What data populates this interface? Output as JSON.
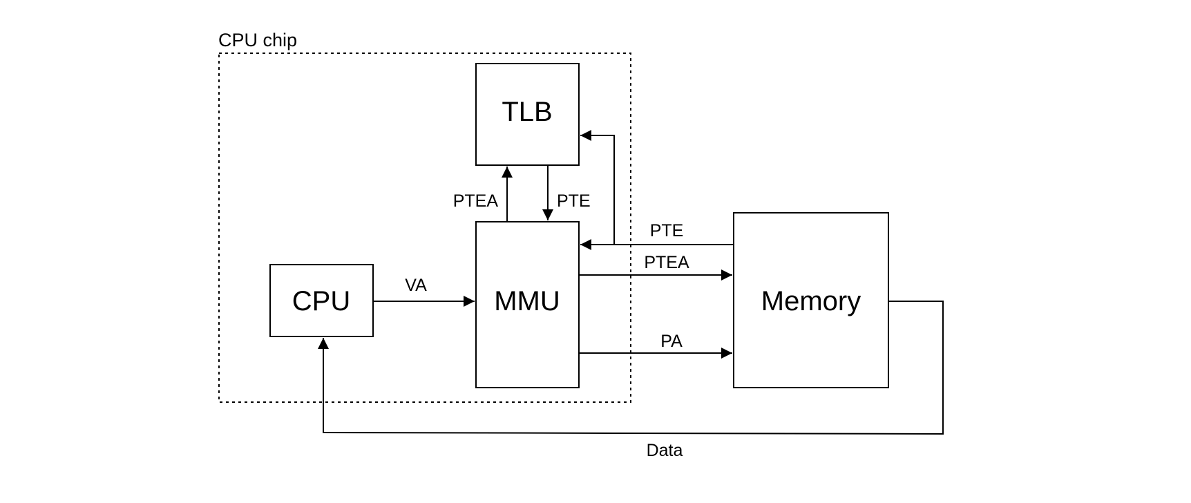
{
  "diagram": {
    "region": {
      "label": "CPU chip"
    },
    "blocks": {
      "tlb": "TLB",
      "cpu": "CPU",
      "mmu": "MMU",
      "memory": "Memory"
    },
    "edges": {
      "mmu_to_tlb": "PTEA",
      "tlb_to_mmu": "PTE",
      "cpu_to_mmu": "VA",
      "memory_to_mmu": "PTE",
      "mmu_to_memory_ptea": "PTEA",
      "mmu_to_memory_pa": "PA",
      "memory_to_cpu": "Data"
    },
    "colors": {
      "stroke": "#000000",
      "background": "#ffffff"
    }
  }
}
